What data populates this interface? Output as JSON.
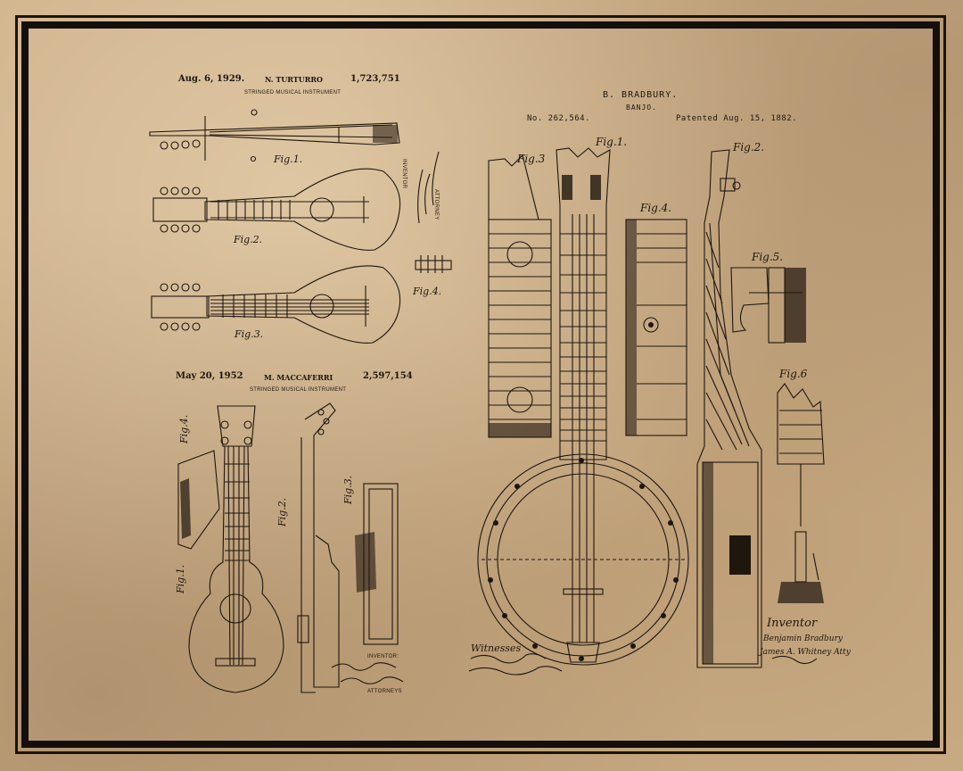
{
  "patent_turturro": {
    "date": "Aug. 6, 1929.",
    "inventor": "N. TURTURRO",
    "number": "1,723,751",
    "title": "STRINGED MUSICAL INSTRUMENT",
    "figs": [
      "Fig.1.",
      "Fig.2.",
      "Fig.3.",
      "Fig.4."
    ],
    "side_labels": [
      "INVENTOR",
      "ATTORNEY"
    ]
  },
  "patent_maccaferri": {
    "date": "May 20, 1952",
    "inventor": "M. MACCAFERRI",
    "number": "2,597,154",
    "title": "STRINGED MUSICAL INSTRUMENT",
    "figs": [
      "Fig.1.",
      "Fig.2.",
      "Fig.3.",
      "Fig.4."
    ],
    "inventor_label": "INVENTOR:",
    "attorneys_label": "ATTORNEYS"
  },
  "patent_bradbury": {
    "inventor": "B. BRADBURY.",
    "title": "BANJO.",
    "number": "No. 262,564.",
    "patented": "Patented Aug. 15, 1882.",
    "figs": [
      "Fig.1.",
      "Fig.2.",
      "Fig.3",
      "Fig.4.",
      "Fig.5.",
      "Fig.6"
    ],
    "witnesses_label": "Witnesses",
    "inventor_label": "Inventor",
    "signature_inventor": "Benjamin Bradbury",
    "signature_attorney": "James A. Whitney Atty"
  },
  "colors": {
    "paper": "#cdb089",
    "ink": "#1f160e",
    "border": "#150f0b"
  }
}
